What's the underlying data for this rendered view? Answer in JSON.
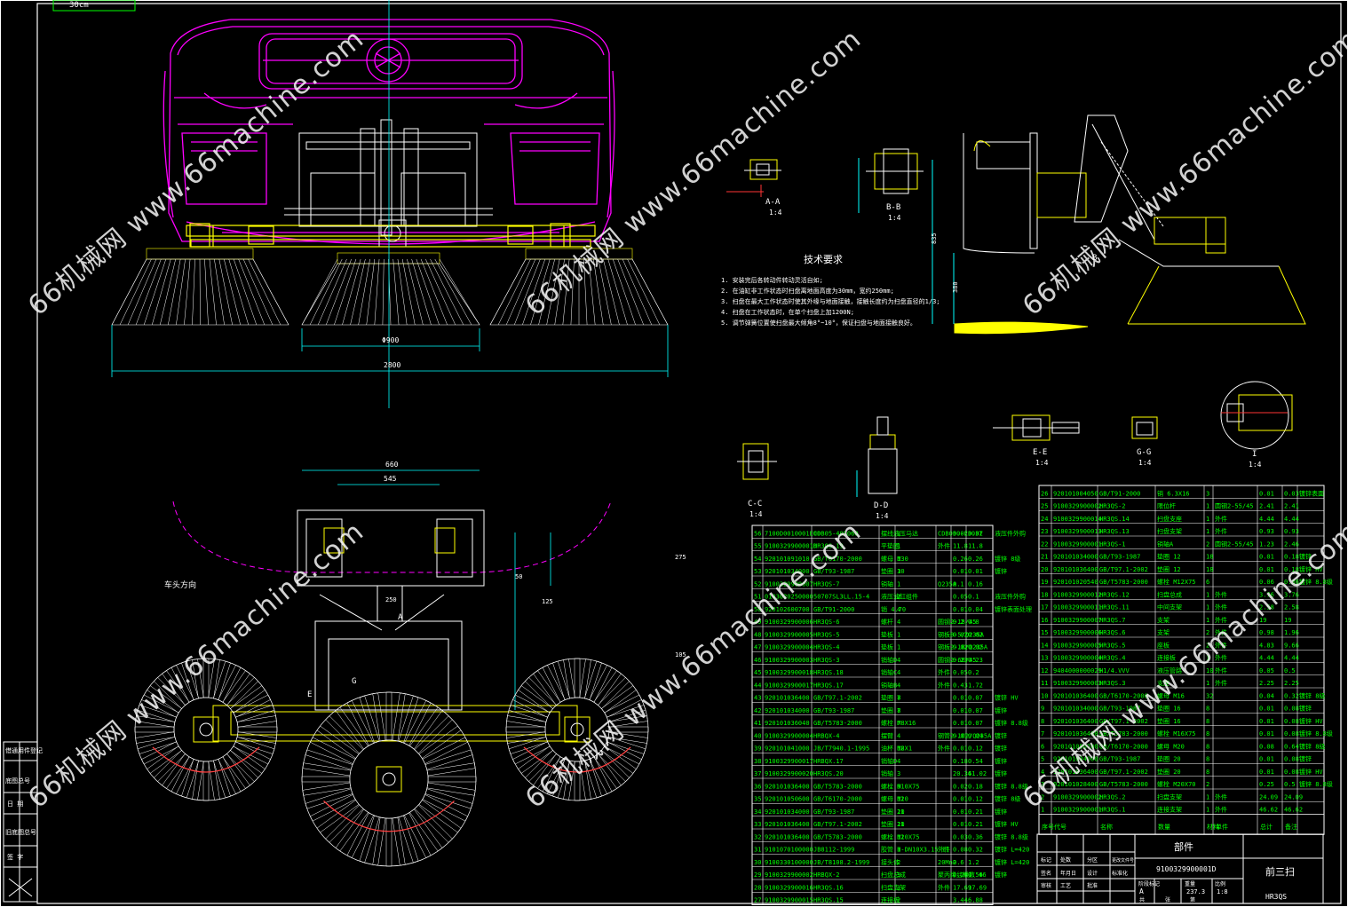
{
  "watermark": "66机械网 www.66machine.com",
  "title_block": {
    "part_type": "部件",
    "drawing_no": "9100329900001D",
    "name": "前三扫",
    "model": "HR3QS",
    "labels": [
      "标记",
      "处数",
      "分区",
      "更改文件号",
      "签名",
      "年月日",
      "设计",
      "标准化",
      "审核",
      "工艺",
      "批准",
      "阶段标记",
      "重量",
      "比例",
      "共",
      "张",
      "第"
    ],
    "stage": "A",
    "weight": "237.3",
    "scale": "1:8"
  },
  "side_stamp": [
    "借通用件登记",
    "旧底图总号",
    "底图总号",
    "签 字",
    "日 期"
  ],
  "left_top_box": "30cm",
  "tech_title": "技术要求",
  "tech_notes": [
    "1. 安装完后各转动件转动灵活自如;",
    "2. 在油缸非工作状态时扫盘离地面高度为30mm，宽约250mm;",
    "3. 扫盘在最大工作状态时使其外缘与地面接触，接触长度约为扫盘直径的1/3;",
    "4. 扫盘在工作状态时，在单个扫盘上加1200N;",
    "5. 调节弹簧位置使扫盘最大倾角8°~10°，保证扫盘与地面接触良好。"
  ],
  "section_labels": [
    "A-A",
    "B-B",
    "C-C",
    "D-D",
    "E-E",
    "G-G",
    "I"
  ],
  "section_scales": [
    "1:4",
    "1:4",
    "1:4",
    "1:4",
    "1:4",
    "1:4",
    "1:4"
  ],
  "dims": {
    "width_total": "2800",
    "spacing": "Φ900",
    "top_w": "660",
    "top_w2": "545",
    "h1": "275",
    "h2": "50",
    "h3": "125",
    "h4": "105",
    "side_h": "835",
    "side_h2": "380",
    "d1": "250"
  },
  "direction_label": "车头方向",
  "marks": [
    "A",
    "B",
    "E",
    "G",
    "I"
  ],
  "bom_left": [
    [
      "56",
      "7100D0010001E00",
      "CDB05-405060",
      "摆线液压马达",
      "1",
      "CDB050-C303T",
      "0.02",
      "0.02",
      "液压件外购"
    ],
    [
      "55",
      "9100329900001D",
      "HR3QS.19",
      "平垫圈",
      "1",
      "外件",
      "11.8",
      "11.8",
      ""
    ],
    [
      "54",
      "920101091010",
      "GB/T6170-2000",
      "螺母 M30",
      "1",
      "",
      "0.26",
      "0.26",
      "镀锌 8级"
    ],
    [
      "53",
      "920101034000",
      "GB/T93-1987",
      "垫圈 30",
      "1",
      "",
      "0.01",
      "0.01",
      "镀锌"
    ],
    [
      "52",
      "9100329900007",
      "HR3QS-7",
      "销轴",
      "1",
      "Q235A",
      "0.1",
      "0.16",
      ""
    ],
    [
      "51",
      "0103020250000",
      "50707SL3LL.15-4",
      "液压油缸组件",
      "2",
      "",
      "0.05",
      "0.1",
      "液压件外购"
    ],
    [
      "50",
      "920102600700",
      "GB/T91-2000",
      "销 4.70",
      "4",
      "",
      "0.01",
      "0.04",
      "镀锌表面处理"
    ],
    [
      "49",
      "9100329900006",
      "HR3QS-6",
      "螺杆",
      "4",
      "圆钢2-18/45",
      "0.2",
      "0.8",
      ""
    ],
    [
      "48",
      "9100329900005",
      "HR3QS-5",
      "垫板",
      "1",
      "钢板8-5/Q235A",
      "0.02",
      "0.02",
      ""
    ],
    [
      "47",
      "9100329900004",
      "HR3QS-4",
      "垫板",
      "1",
      "钢板2-18/Q235A",
      "0.02",
      "0.02",
      ""
    ],
    [
      "46",
      "9100329900003",
      "HR3QS-3",
      "销轴D",
      "4",
      "圆钢2-60/45",
      "0.23",
      "0.23",
      ""
    ],
    [
      "45",
      "9100329900018",
      "HR3QS.18",
      "销轴C",
      "4",
      "外件",
      "0.05",
      "0.2",
      ""
    ],
    [
      "44",
      "9100329900017",
      "HR3QS.17",
      "销轴B",
      "4",
      "外件",
      "0.43",
      "1.72",
      ""
    ],
    [
      "43",
      "920101036400",
      "GB/T97.1-2002",
      "垫圈 8",
      "7",
      "",
      "0.01",
      "0.07",
      "镀锌 HV"
    ],
    [
      "42",
      "920101034000",
      "GB/T93-1987",
      "垫圈 8",
      "7",
      "",
      "0.01",
      "0.07",
      "镀锌"
    ],
    [
      "41",
      "920101036040",
      "GB/T5783-2000",
      "螺栓 M8X16",
      "7",
      "",
      "0.01",
      "0.07",
      "镀锌 8.8级"
    ],
    [
      "40",
      "9100329900004",
      "HRBQX-4",
      "摆臂",
      "4",
      "钢管2-102/Q235A",
      "0.01",
      "0.04",
      "镀锌"
    ],
    [
      "39",
      "920101041000",
      "JB/T7940.1-1995",
      "油杯 M8X1",
      "12",
      "外件",
      "0.01",
      "0.12",
      "镀锌"
    ],
    [
      "38",
      "9100329900017",
      "HRBQX.17",
      "销轴D",
      "4",
      "",
      "0.18",
      "0.54",
      "镀锌"
    ],
    [
      "37",
      "9100329900020",
      "HR3QS.20",
      "销轴",
      "3",
      "",
      "20.34",
      "61.02",
      "镀锌"
    ],
    [
      "36",
      "920101036400",
      "GB/T5783-2000",
      "螺栓 M10X75",
      "9",
      "",
      "0.02",
      "0.18",
      "镀锌 8.8级"
    ],
    [
      "35",
      "920101050600",
      "GB/T6170-2000",
      "螺母 M10",
      "12",
      "",
      "0.01",
      "0.12",
      "镀锌 8级"
    ],
    [
      "34",
      "920101034000",
      "GB/T93-1987",
      "垫圈 10",
      "21",
      "",
      "0.01",
      "0.21",
      "镀锌"
    ],
    [
      "33",
      "920101036400",
      "GB/T97.1-2002",
      "垫圈 10",
      "21",
      "",
      "0.01",
      "0.21",
      "镀锌 HV"
    ],
    [
      "32",
      "920101036400",
      "GB/T5783-2000",
      "螺栓 M10X75",
      "12",
      "",
      "0.03",
      "0.36",
      "镀锌 8.8级"
    ],
    [
      "31",
      "9101070100000",
      "JB8112-1999",
      "胶管 H-DN10X3.15-II",
      "1",
      "外件",
      "0.08",
      "0.32",
      "镀锌 L=420"
    ],
    [
      "30",
      "9100330100000",
      "JB/T8108.2-1999",
      "接头体",
      "2",
      "20Mn2",
      "0.6",
      "1.2",
      "镀锌 L=420"
    ],
    [
      "29",
      "9100329900002",
      "HRBQX-2",
      "扫盘总成",
      "3",
      "聚丙烯丝根数 Φ6",
      "0.28",
      "0.56",
      "镀锌"
    ],
    [
      "28",
      "9100329900016",
      "HR3QS.16",
      "扫盘支架",
      "1",
      "外件",
      "17.69",
      "17.69",
      ""
    ],
    [
      "27",
      "9100329900015",
      "HR3QS.15",
      "连接板",
      "2",
      "",
      "3.44",
      "6.88",
      ""
    ]
  ],
  "bom_right": [
    [
      "26",
      "920101004050",
      "GB/T91-2000",
      "销 6.3X16",
      "3",
      "",
      "0.01",
      "0.03",
      "镀锌表面"
    ],
    [
      "25",
      "9100329900002",
      "HR3QS-2",
      "限位杆",
      "1",
      "圆钢2-55/45",
      "2.41",
      "2.41",
      ""
    ],
    [
      "24",
      "9100329900014",
      "HR3QS.14",
      "扫盘支座",
      "1",
      "外件",
      "4.44",
      "4.44",
      ""
    ],
    [
      "23",
      "9100329900013",
      "HR3QS.13",
      "扫盘支架",
      "1",
      "外件",
      "0.93",
      "0.93",
      ""
    ],
    [
      "22",
      "9100329900001",
      "HR3QS-1",
      "销轴A",
      "2",
      "圆钢2-55/45",
      "1.23",
      "2.46",
      ""
    ],
    [
      "21",
      "920101034000",
      "GB/T93-1987",
      "垫圈 12",
      "18",
      "",
      "0.01",
      "0.18",
      "镀锌"
    ],
    [
      "20",
      "920101036400",
      "GB/T97.1-2002",
      "垫圈 12",
      "18",
      "",
      "0.01",
      "0.18",
      "镀锌 HV"
    ],
    [
      "19",
      "920101020540",
      "GB/T5783-2000",
      "螺栓 M12X75",
      "6",
      "",
      "0.06",
      "0.36",
      "镀锌 8.8级"
    ],
    [
      "18",
      "9100329900012",
      "HR3QS.12",
      "扫盘总成",
      "1",
      "外件",
      "3.76",
      "3.76",
      ""
    ],
    [
      "17",
      "9100329900011",
      "HR3QS.11",
      "中间支架",
      "1",
      "外件",
      "2.58",
      "2.58",
      ""
    ],
    [
      "16",
      "9100329900007",
      "HR3QS.7",
      "支架",
      "1",
      "外件",
      "19",
      "19",
      ""
    ],
    [
      "15",
      "9100329900006",
      "HR3QS.6",
      "支架",
      "2",
      "外件",
      "0.98",
      "1.96",
      ""
    ],
    [
      "14",
      "9100329900005",
      "HR3QS.5",
      "座板",
      "2",
      "外件",
      "4.83",
      "9.66",
      ""
    ],
    [
      "13",
      "9100329900004",
      "HR3QS.4",
      "连接板",
      "1",
      "外件",
      "4.44",
      "4.44",
      ""
    ],
    [
      "12",
      "9404000000029",
      "H1/4.VVV",
      "液压管路",
      "10",
      "外件",
      "0.05",
      "0.5",
      ""
    ],
    [
      "11",
      "9100329900003",
      "HR3QS.3",
      "支座",
      "1",
      "外件",
      "2.25",
      "2.25",
      ""
    ],
    [
      "10",
      "920101036400",
      "GB/T6170-2000",
      "螺母 M16",
      "32",
      "",
      "0.04",
      "0.32",
      "镀锌 8级"
    ],
    [
      "9",
      "920101034000",
      "GB/T93-1987",
      "垫圈 16",
      "8",
      "",
      "0.01",
      "0.08",
      "镀锌"
    ],
    [
      "8",
      "920101036400",
      "GB/T97.1-2002",
      "垫圈 16",
      "8",
      "",
      "0.01",
      "0.08",
      "镀锌 HV"
    ],
    [
      "7",
      "920101036400",
      "GB/T5783-2000",
      "螺栓 M16X75",
      "8",
      "",
      "0.01",
      "0.08",
      "镀锌 8.8级"
    ],
    [
      "6",
      "920101050700",
      "GB/T6170-2000",
      "螺母 M20",
      "8",
      "",
      "0.08",
      "0.64",
      "镀锌 8级"
    ],
    [
      "5",
      "920101034000",
      "GB/T93-1987",
      "垫圈 20",
      "8",
      "",
      "0.01",
      "0.08",
      "镀锌"
    ],
    [
      "4",
      "920101036400",
      "GB/T97.1-2002",
      "垫圈 20",
      "8",
      "",
      "0.01",
      "0.08",
      "镀锌 HV"
    ],
    [
      "3",
      "920101028400",
      "GB/T5783-2000",
      "螺栓 M20X70",
      "2",
      "",
      "0.25",
      "0.5",
      "镀锌 8.8级"
    ],
    [
      "2",
      "9100329900002",
      "HR3QS.2",
      "扫盘支架",
      "1",
      "外件",
      "24.09",
      "24.09",
      ""
    ],
    [
      "1",
      "9100329900001",
      "HR3QS.1",
      "连接支架",
      "1",
      "外件",
      "46.62",
      "46.62",
      ""
    ]
  ],
  "bom_header": [
    "序号",
    "代号",
    "名称",
    "数量",
    "材料",
    "单件",
    "总计",
    "备注",
    "重量"
  ],
  "colors": {
    "bg": "#000000",
    "line": "#ffffff",
    "vehicle": "#ff00ff",
    "cyan": "#00ffff",
    "green": "#00ff00",
    "yellow": "#ffff00",
    "red": "#ff3030"
  }
}
